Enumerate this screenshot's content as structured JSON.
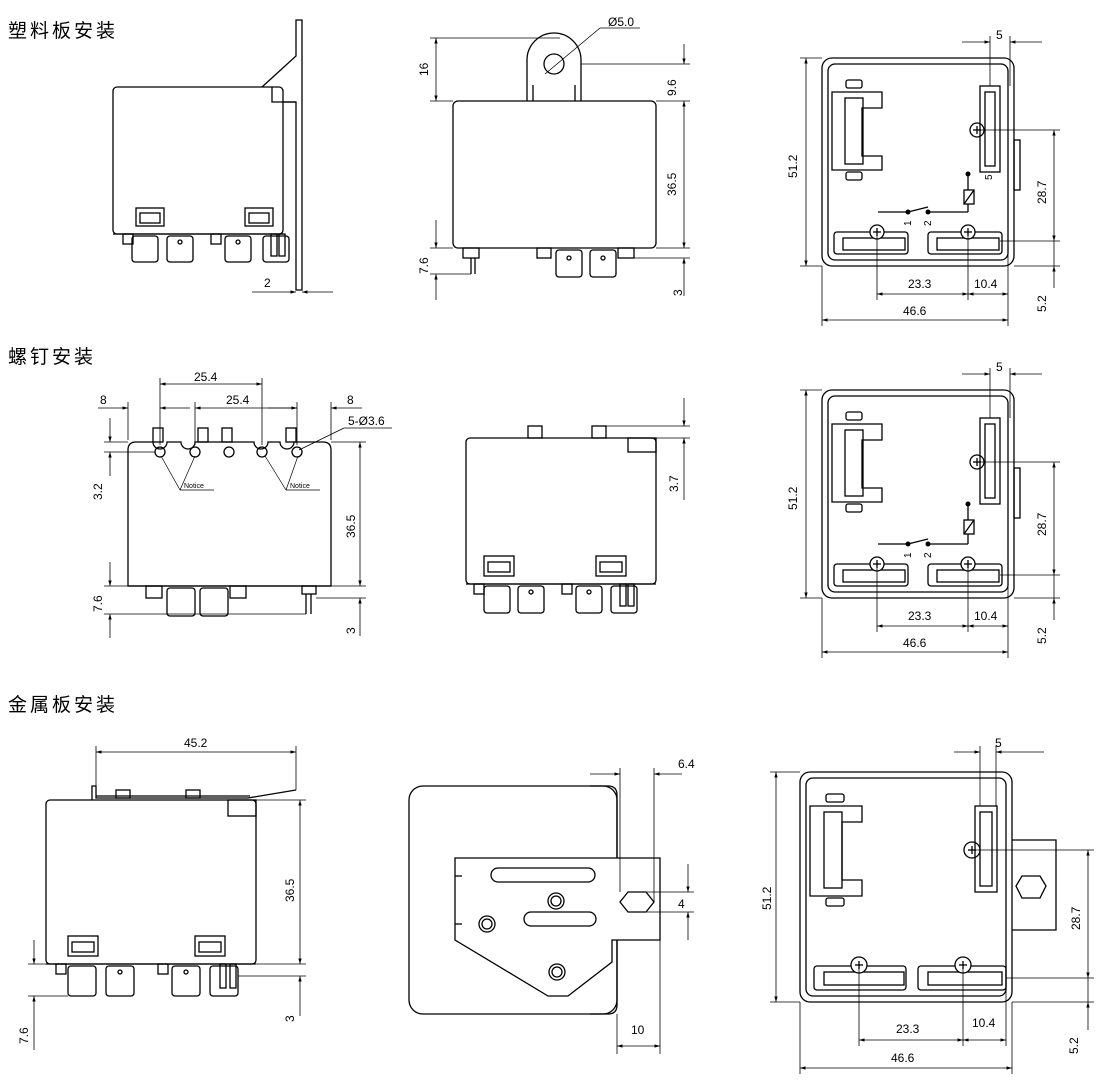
{
  "sections": {
    "plastic": {
      "title": "塑料板安装"
    },
    "screw": {
      "title": "螺钉安装"
    },
    "metal": {
      "title": "金属板安装"
    }
  },
  "dims": {
    "d_2": "2",
    "d_dia5": "Ø5.0",
    "d_16": "16",
    "d_9_6": "9.6",
    "d_36_5": "36.5",
    "d_7_6": "7.6",
    "d_3": "3",
    "d_5": "5",
    "d_51_2": "51.2",
    "d_28_7": "28.7",
    "d_23_3": "23.3",
    "d_10_4": "10.4",
    "d_5_2": "5.2",
    "d_46_6": "46.6",
    "d_25_4": "25.4",
    "d_8": "8",
    "d_5dia36": "5-Ø3.6",
    "d_3_2": "3.2",
    "d_3_7": "3.7",
    "d_45_2": "45.2",
    "d_6_4": "6.4",
    "d_4": "4",
    "d_10": "10"
  },
  "notes": {
    "notice": "Notice"
  },
  "pins": {
    "p1": "1",
    "p2": "2",
    "p5": "5"
  }
}
